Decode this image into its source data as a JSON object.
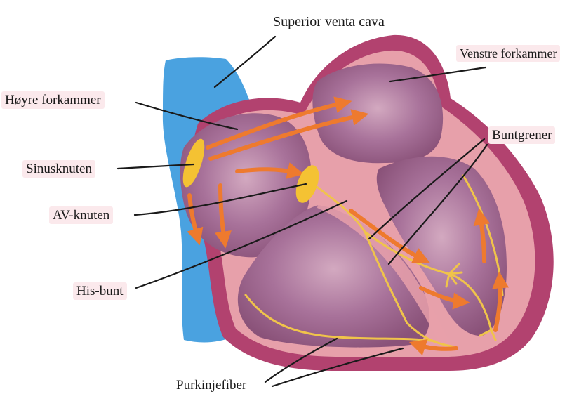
{
  "labels": {
    "superior_vena_cava": "Superior venta cava",
    "right_atrium": "Høyre forkammer",
    "left_atrium": "Venstre forkammer",
    "sinus_node": "Sinusknuten",
    "av_node": "AV-knuten",
    "bundle_of_his": "His-bunt",
    "bundle_branches": "Buntgrener",
    "purkinje_fibers": "Purkinjefiber"
  },
  "colors": {
    "vena_cava": "#4aa2e0",
    "heart_outer": "#b2426f",
    "heart_wall": "#e7a0aa",
    "chamber": "#9a6288",
    "chamber_light": "#c99ab4",
    "node": "#f4c233",
    "conduction_path": "#f0c44a",
    "arrow": "#ee7a2e",
    "leader_line": "#1a1a1a"
  }
}
